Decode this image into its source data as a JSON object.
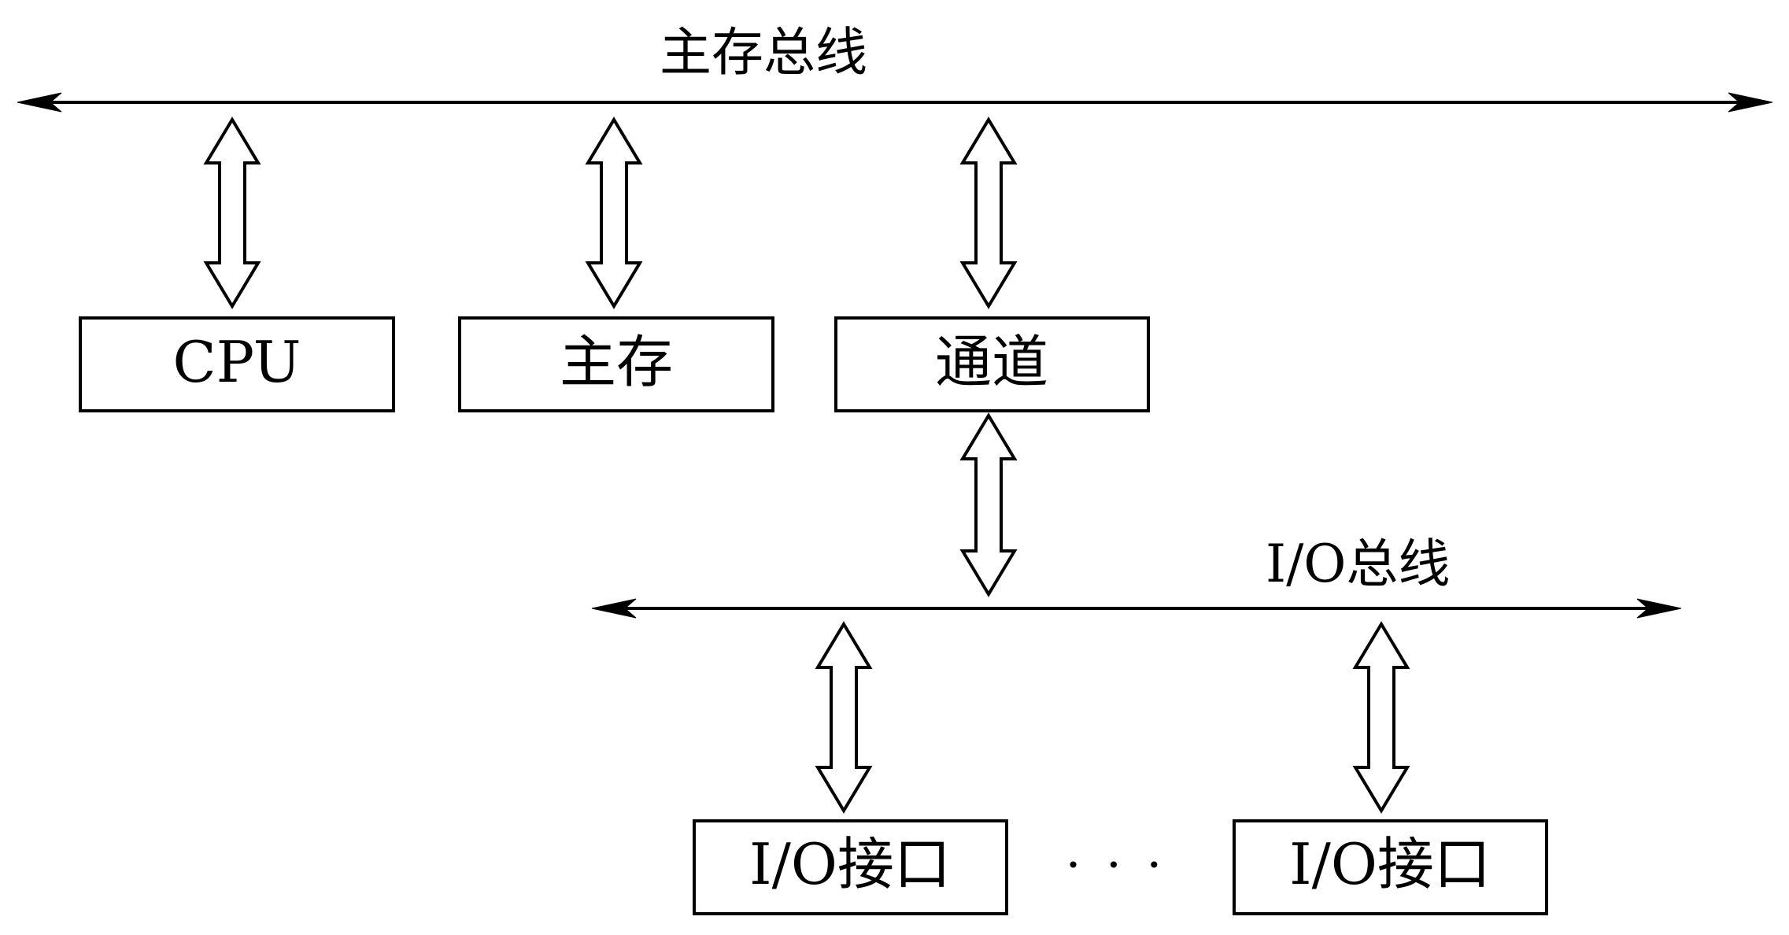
{
  "main_bus": {
    "label": "主存总线"
  },
  "io_bus": {
    "label": "I/O总线"
  },
  "modules": {
    "cpu": "CPU",
    "main_memory": "主存",
    "channel": "通道"
  },
  "io_interfaces": [
    "I/O接口",
    "I/O接口"
  ],
  "ellipsis": "· · ·"
}
